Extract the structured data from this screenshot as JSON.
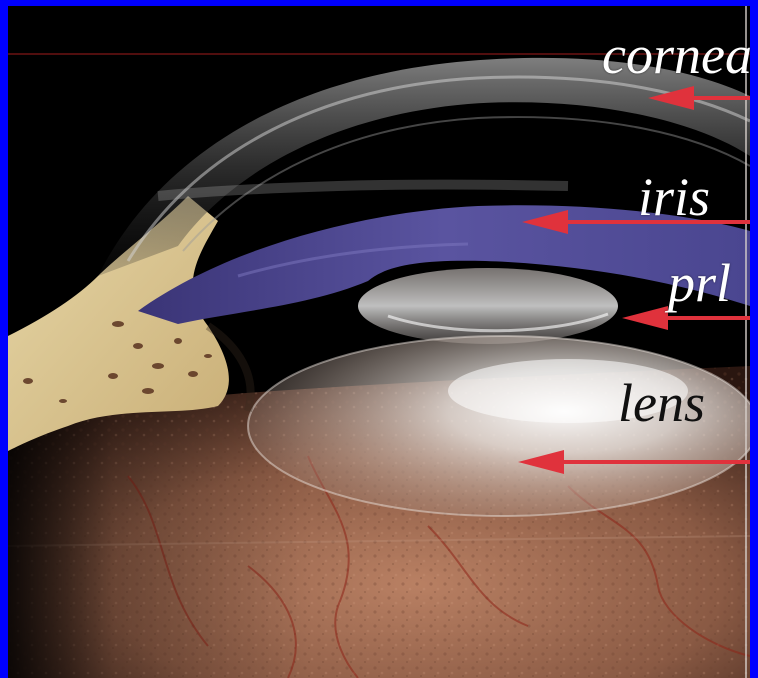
{
  "labels": {
    "cornea": "cornea",
    "iris": "iris",
    "prl": "prl",
    "lens": "lens"
  },
  "colors": {
    "frame": "#0000ff",
    "arrow": "#e0323c",
    "label_light": "#ffffff",
    "label_dark": "#111111"
  }
}
